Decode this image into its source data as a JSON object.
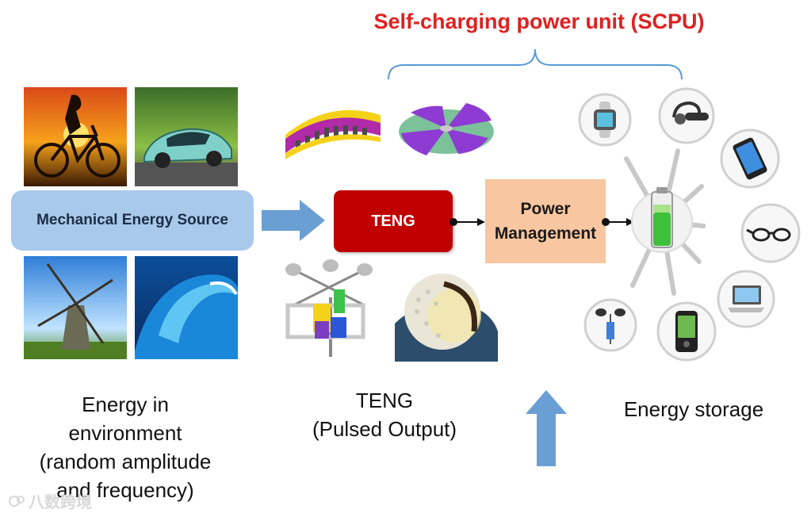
{
  "title": "Self-charging power unit (SCPU)",
  "boxes": {
    "source": "Mechanical Energy Source",
    "teng": "TENG",
    "power_management": [
      "Power",
      "Management"
    ]
  },
  "captions": {
    "environment": [
      "Energy in",
      "environment",
      "(random amplitude",
      "and frequency)"
    ],
    "teng": [
      "TENG",
      "(Pulsed Output)"
    ],
    "storage": "Energy storage"
  },
  "watermark": "八数跨境",
  "devices": [
    "smartwatch",
    "bluetooth-headset",
    "smartphone",
    "smart-glasses",
    "laptop",
    "gps-device",
    "anemometer-sensor"
  ],
  "colors": {
    "title_red": "#e02020",
    "teng_red": "#c00000",
    "source_blue": "#a9c9eb",
    "pm_peach": "#f8c6a0",
    "arrow_blue": "#6a9fd4"
  }
}
